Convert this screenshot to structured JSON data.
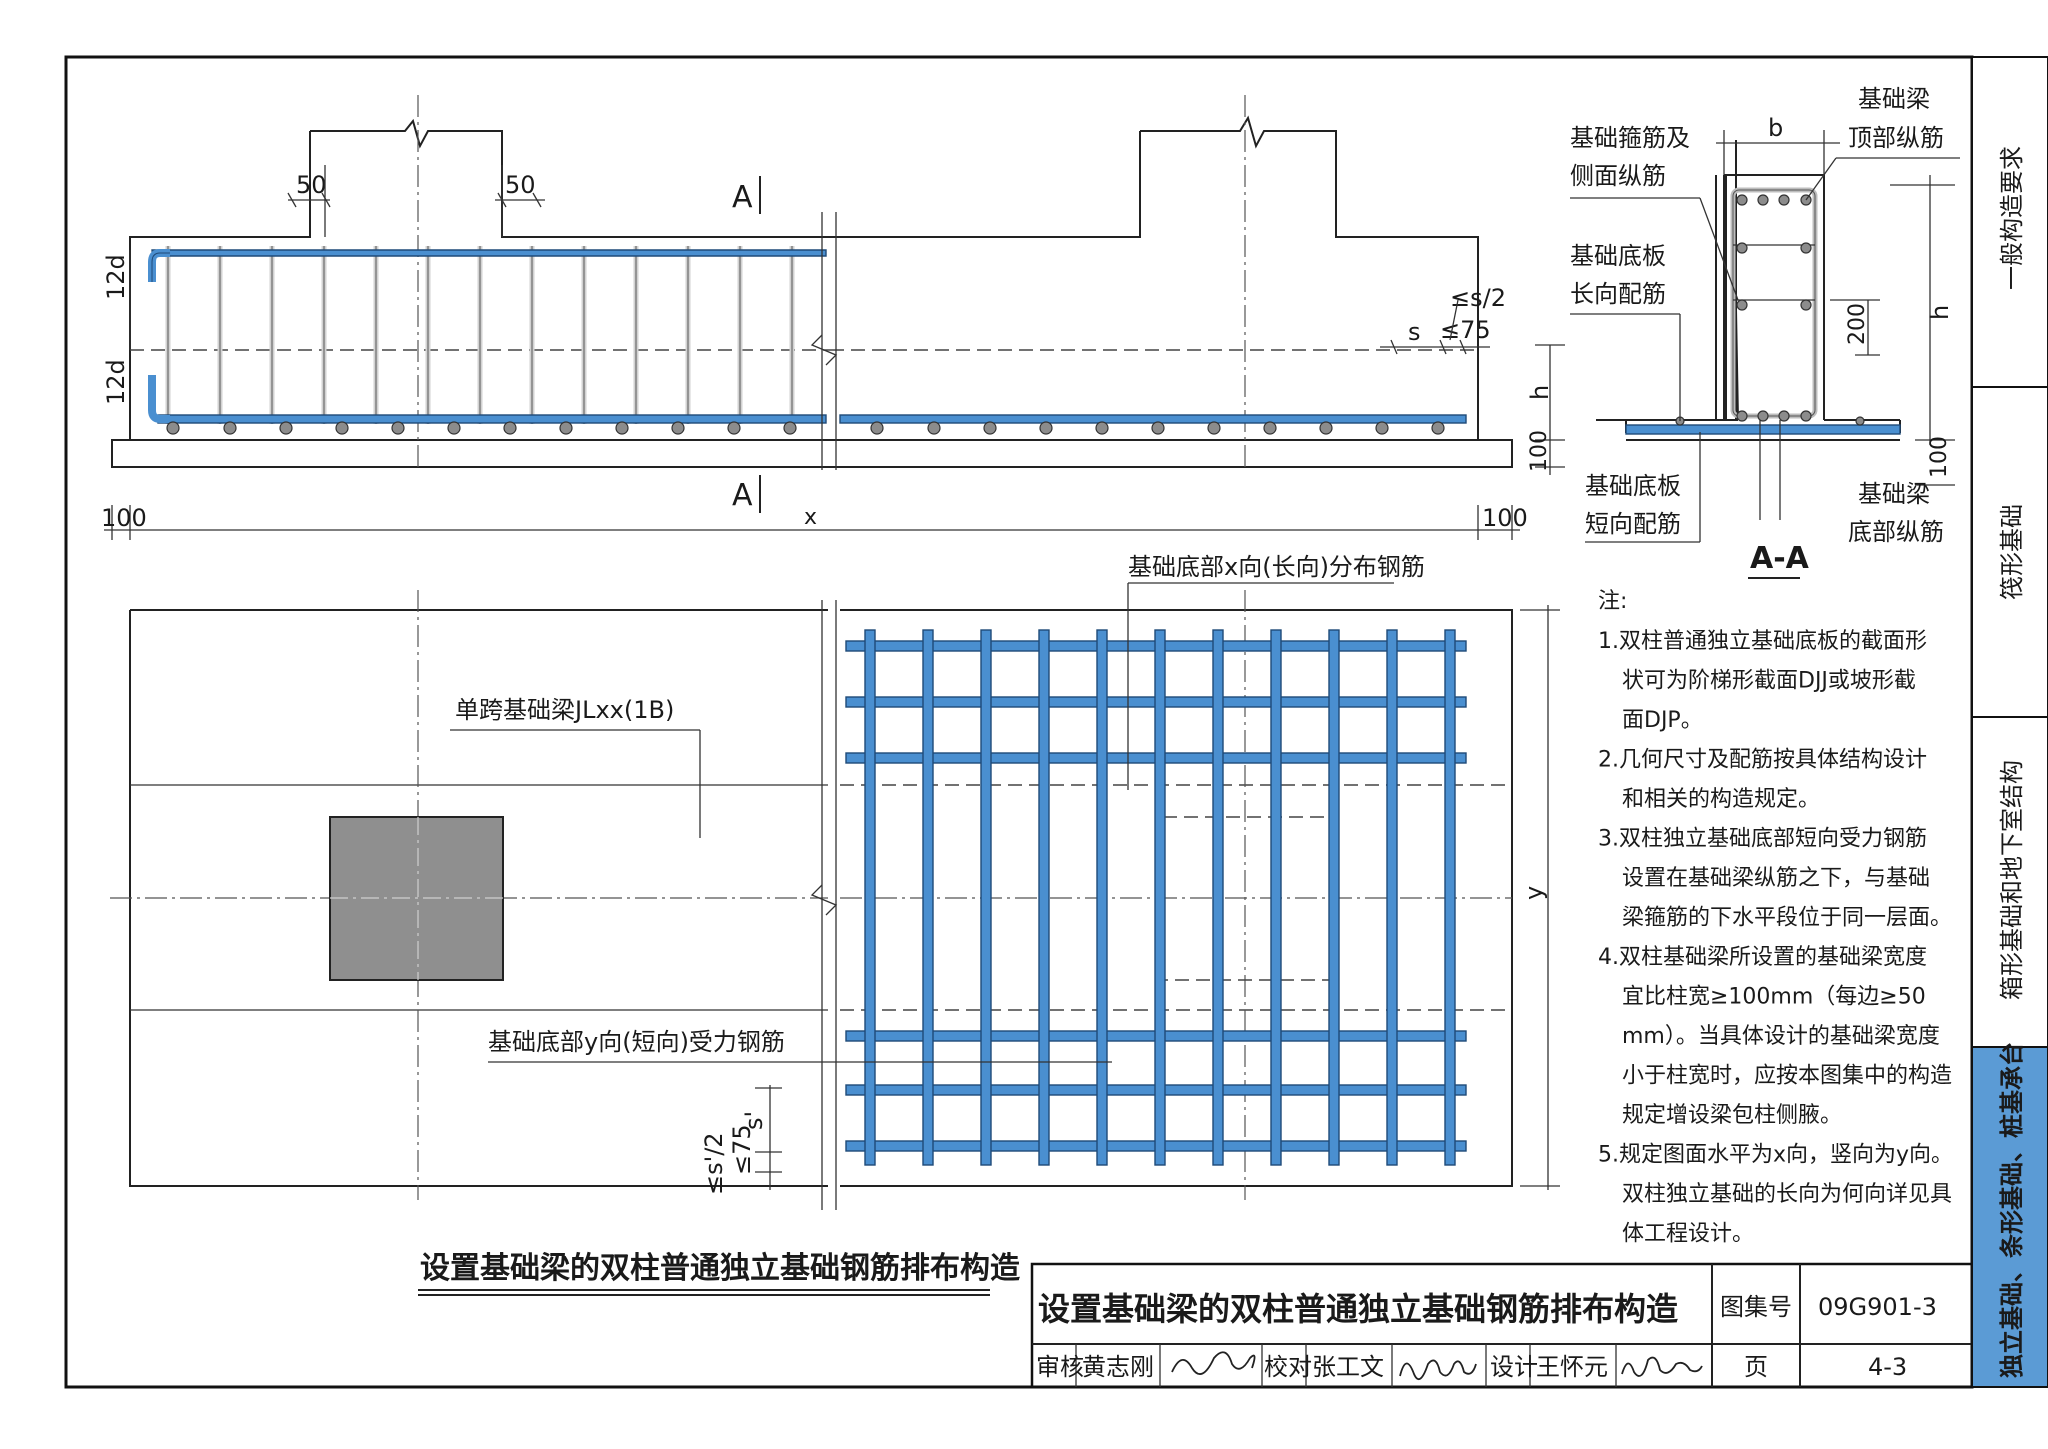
{
  "elevation": {
    "dim_50_left": "50",
    "dim_50_right": "50",
    "section_mark": "A",
    "dim_12d_top": "12d",
    "dim_12d_bottom": "12d",
    "dim_s": "s",
    "dim_s2": "≤s/2",
    "dim_75": "≤75",
    "dim_h": "h",
    "dim_100_v": "100",
    "dim_100_left": "100",
    "dim_100_right": "100",
    "dim_x": "x"
  },
  "section_aa": {
    "dim_b": "b",
    "label_beam_top": [
      "基础梁",
      "顶部纵筋"
    ],
    "label_stirrup": [
      "基础箍筋及",
      "侧面纵筋"
    ],
    "label_plate_long": [
      "基础底板",
      "长向配筋"
    ],
    "label_plate_short": [
      "基础底板",
      "短向配筋"
    ],
    "label_beam_bottom": [
      "基础梁",
      "底部纵筋"
    ],
    "dim_200": "200",
    "dim_h": "h",
    "dim_100": "100",
    "title": "A-A"
  },
  "plan": {
    "label_x_bars": "基础底部x向(长向)分布钢筋",
    "label_beam": "单跨基础梁JLxx(1B)",
    "label_y_bars": "基础底部y向(短向)受力钢筋",
    "dim_y": "y",
    "dim_s_prime": "s'",
    "dim_s2_prime": "≤s'/2",
    "dim_75": "≤75"
  },
  "notes": {
    "heading": "注:",
    "lines": [
      "1.双柱普通独立基础底板的截面形",
      "状可为阶梯形截面DJJ或坡形截",
      "面DJP。",
      "2.几何尺寸及配筋按具体结构设计",
      "和相关的构造规定。",
      "3.双柱独立基础底部短向受力钢筋",
      "设置在基础梁纵筋之下，与基础",
      "梁箍筋的下水平段位于同一层面。",
      "4.双柱基础梁所设置的基础梁宽度",
      "宜比柱宽≥100mm（每边≥50",
      "mm）。当具体设计的基础梁宽度",
      "小于柱宽时，应按本图集中的构造",
      "规定增设梁包柱侧腋。",
      "5.规定图面水平为x向，竖向为y向。",
      "双柱独立基础的长向为何向详见具",
      "体工程设计。"
    ]
  },
  "drawing_title": "设置基础梁的双柱普通独立基础钢筋排布构造",
  "title_block": {
    "title": "设置基础梁的双柱普通独立基础钢筋排布构造",
    "atlas_label": "图集号",
    "atlas_no": "09G901-3",
    "review_label": "审核",
    "review_name": "黄志刚",
    "check_label": "校对",
    "check_name": "张工文",
    "design_label": "设计",
    "design_name": "王怀元",
    "page_label": "页",
    "page_no": "4-3"
  },
  "side_tabs": [
    {
      "label": "一般构造要求",
      "active": false
    },
    {
      "label": "筏形基础",
      "active": false
    },
    {
      "label": "箱形基础和地下室结构",
      "active": false
    },
    {
      "label": "独立基础、条形基础、桩基承台",
      "active": true
    }
  ],
  "colors": {
    "rebar": "#4a8fd0",
    "tab_active": "#5b9bd5",
    "column_fill": "#8f8f8f"
  }
}
